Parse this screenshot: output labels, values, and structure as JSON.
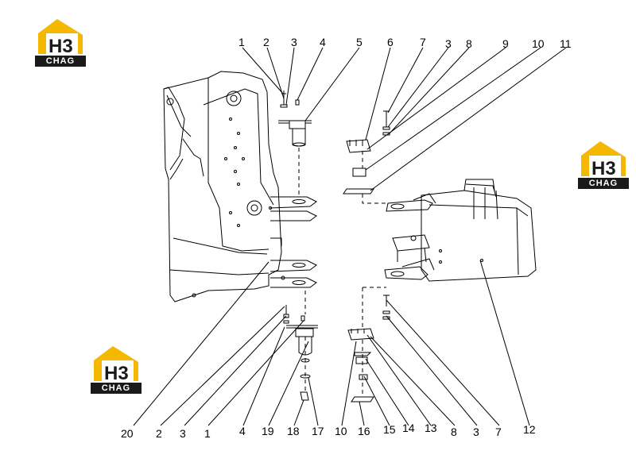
{
  "logo": {
    "mark": "H3",
    "brand": "CHAG",
    "accent": "#f5b800"
  },
  "callouts_top": [
    "1",
    "2",
    "3",
    "4",
    "5",
    "6",
    "7",
    "3",
    "8",
    "9",
    "10",
    "11"
  ],
  "callouts_bottom": [
    "20",
    "2",
    "3",
    "1",
    "4",
    "19",
    "18",
    "17",
    "10",
    "16",
    "15",
    "14",
    "13",
    "8",
    "3",
    "7",
    "12"
  ],
  "colors": {
    "line": "#000000",
    "fill": "#ffffff",
    "shade": "#f2f2f2"
  }
}
